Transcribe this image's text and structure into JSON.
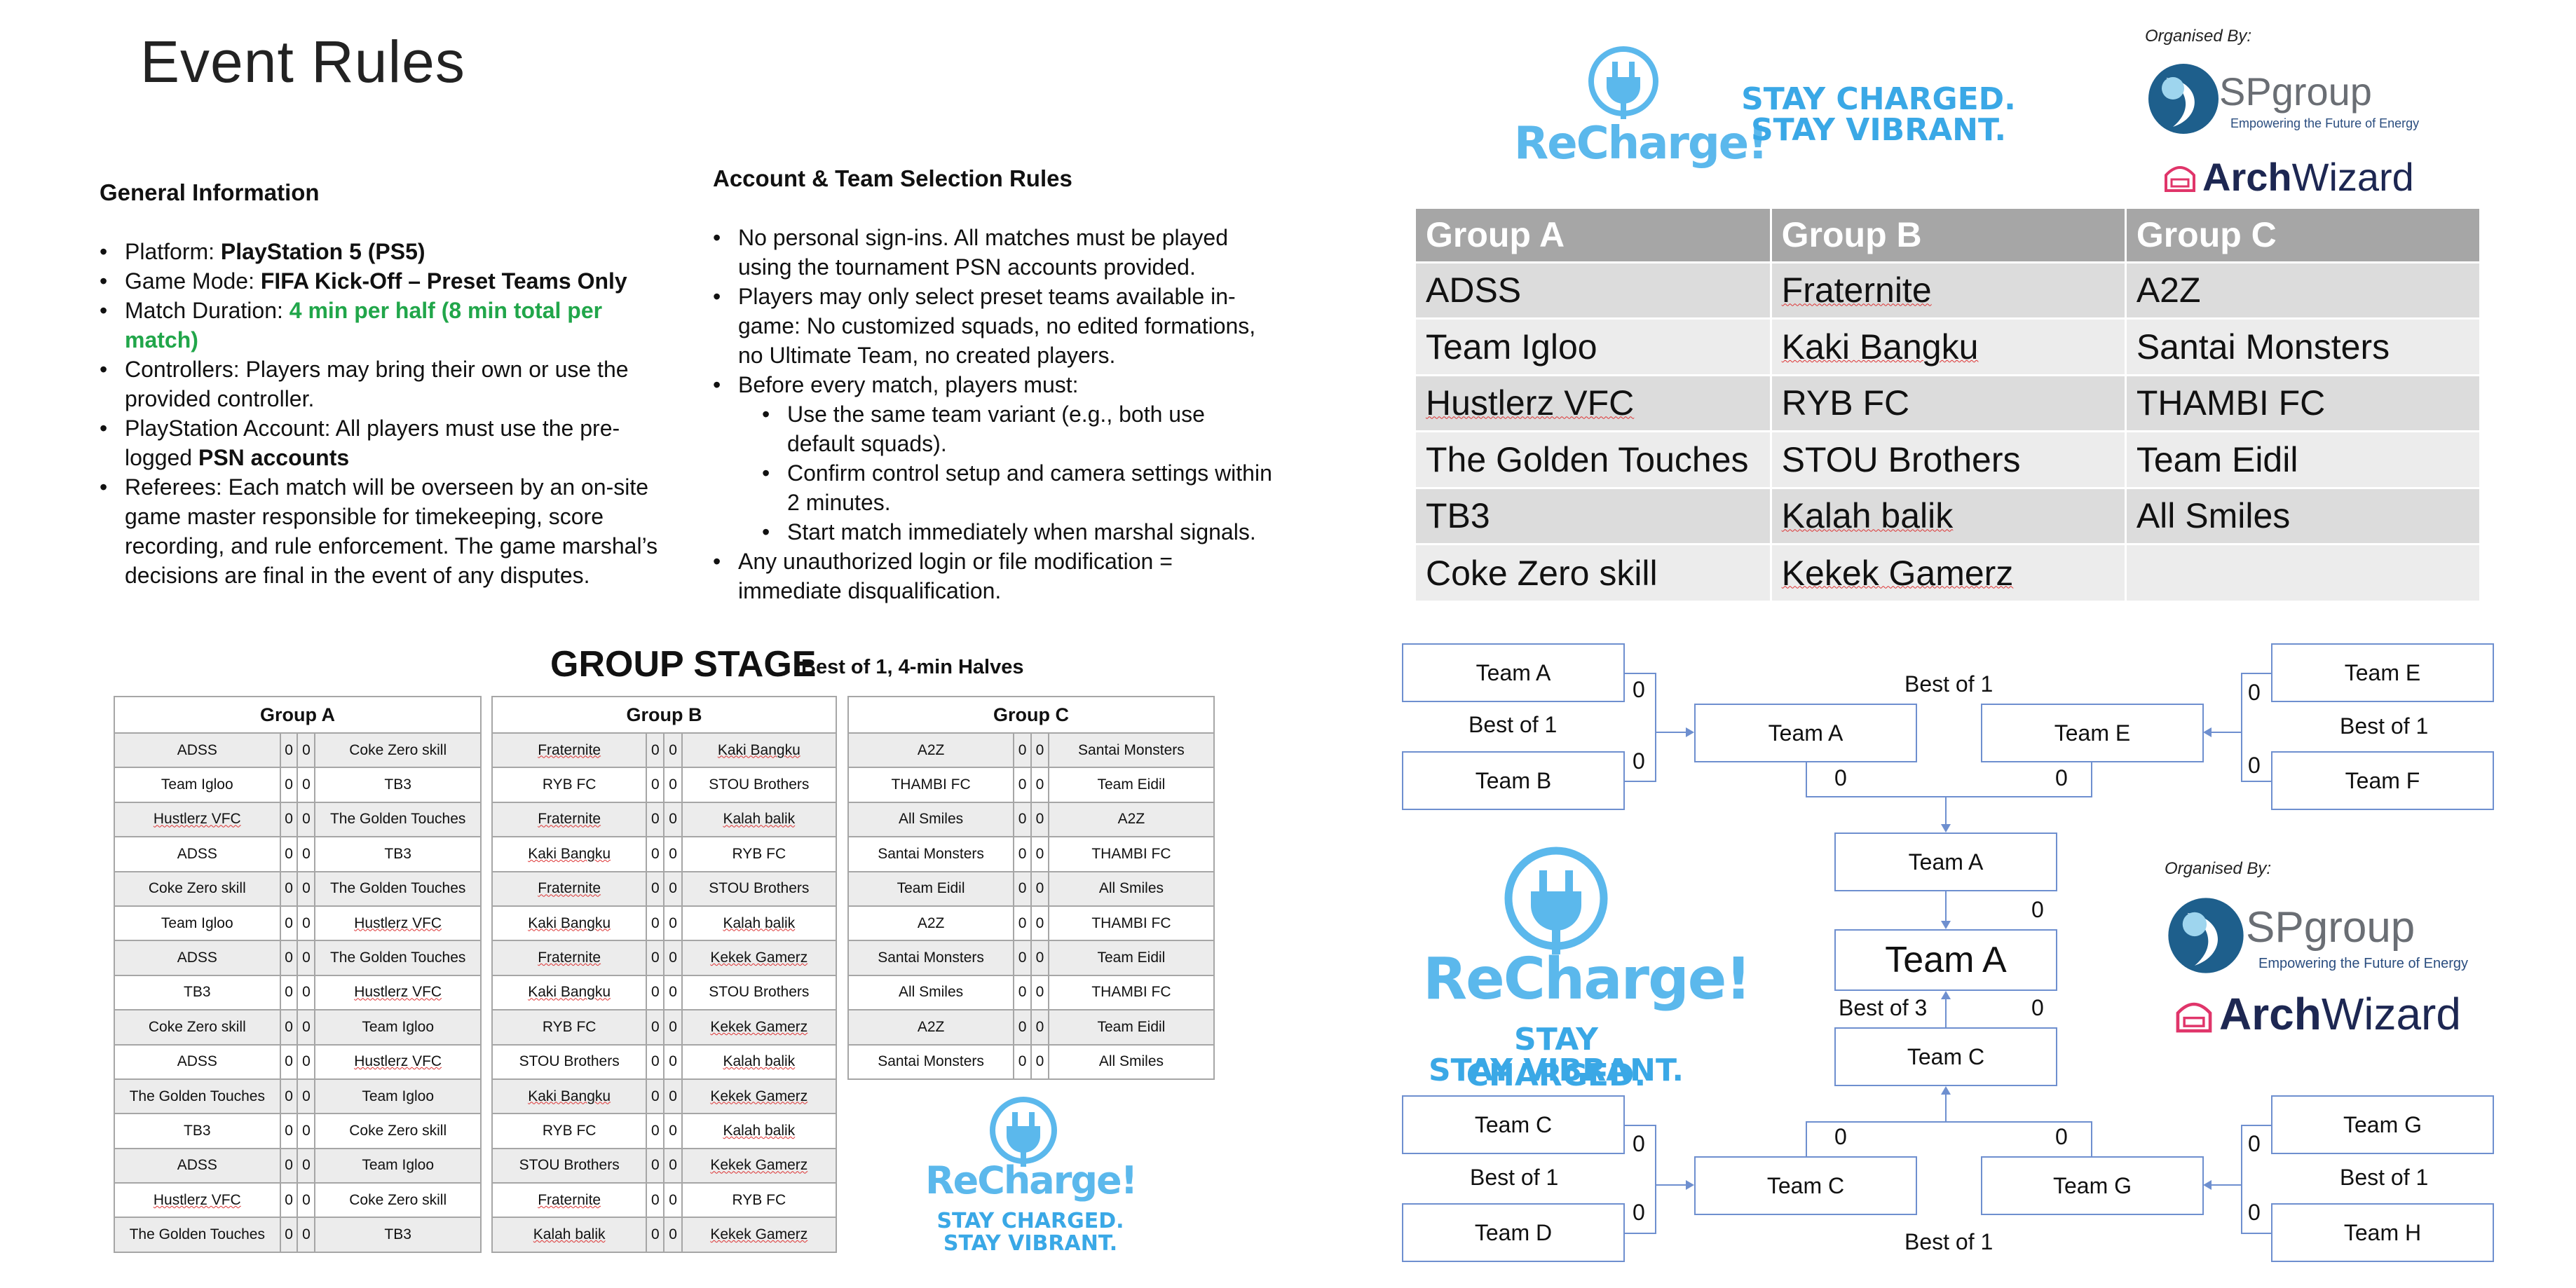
{
  "title": "Event Rules",
  "general": {
    "heading": "General Information",
    "items": [
      {
        "pre": "Platform: ",
        "bold": "PlayStation 5 (PS5)",
        "post": ""
      },
      {
        "pre": "Game Mode: ",
        "bold": "FIFA Kick-Off – Preset Teams Only",
        "post": ""
      },
      {
        "pre": "Match Duration: ",
        "green": "4 min per half (8 min total per match)"
      },
      {
        "pre": "Controllers: Players may bring their own or use the provided controller."
      },
      {
        "pre": "PlayStation Account: All players must use the pre-logged ",
        "bold": "PSN accounts"
      },
      {
        "pre": "Referees: Each match will be overseen by an on-site game master responsible for timekeeping, score recording, and rule enforcement. The game marshal’s decisions are final in the event of any disputes."
      }
    ]
  },
  "account": {
    "heading": "Account & Team Selection Rules",
    "items": [
      "No personal sign-ins. All matches must be played using the tournament PSN accounts provided.",
      "Players may only select preset teams available in-game: No customized squads, no edited formations, no Ultimate Team, no created players.",
      "Before every match, players must:",
      "Use the same team variant (e.g., both use default squads).",
      "Confirm control setup and camera settings within 2 minutes.",
      "Start match immediately when marshal signals.",
      "Any unauthorized login or file modification = immediate disqualification."
    ]
  },
  "group_stage": {
    "title": "GROUP STAGE",
    "subtitle": "Best of 1, 4-min Halves",
    "tables": [
      {
        "name": "Group A",
        "matches": [
          [
            "ADSS",
            "0",
            "0",
            "Coke Zero skill"
          ],
          [
            "Team Igloo",
            "0",
            "0",
            "TB3"
          ],
          [
            "Hustlerz VFC",
            "0",
            "0",
            "The Golden Touches"
          ],
          [
            "ADSS",
            "0",
            "0",
            "TB3"
          ],
          [
            "Coke Zero skill",
            "0",
            "0",
            "The Golden Touches"
          ],
          [
            "Team Igloo",
            "0",
            "0",
            "Hustlerz VFC"
          ],
          [
            "ADSS",
            "0",
            "0",
            "The Golden Touches"
          ],
          [
            "TB3",
            "0",
            "0",
            "Hustlerz VFC"
          ],
          [
            "Coke Zero skill",
            "0",
            "0",
            "Team Igloo"
          ],
          [
            "ADSS",
            "0",
            "0",
            "Hustlerz VFC"
          ],
          [
            "The Golden Touches",
            "0",
            "0",
            "Team Igloo"
          ],
          [
            "TB3",
            "0",
            "0",
            "Coke Zero skill"
          ],
          [
            "ADSS",
            "0",
            "0",
            "Team Igloo"
          ],
          [
            "Hustlerz VFC",
            "0",
            "0",
            "Coke Zero skill"
          ],
          [
            "The Golden Touches",
            "0",
            "0",
            "TB3"
          ]
        ]
      },
      {
        "name": "Group B",
        "matches": [
          [
            "Fraternite",
            "0",
            "0",
            "Kaki Bangku"
          ],
          [
            "RYB FC",
            "0",
            "0",
            "STOU Brothers"
          ],
          [
            "Fraternite",
            "0",
            "0",
            "Kalah balik"
          ],
          [
            "Kaki Bangku",
            "0",
            "0",
            "RYB FC"
          ],
          [
            "Fraternite",
            "0",
            "0",
            "STOU Brothers"
          ],
          [
            "Kaki Bangku",
            "0",
            "0",
            "Kalah balik"
          ],
          [
            "Fraternite",
            "0",
            "0",
            "Kekek Gamerz"
          ],
          [
            "Kaki Bangku",
            "0",
            "0",
            "STOU Brothers"
          ],
          [
            "RYB FC",
            "0",
            "0",
            "Kekek Gamerz"
          ],
          [
            "STOU Brothers",
            "0",
            "0",
            "Kalah balik"
          ],
          [
            "Kaki Bangku",
            "0",
            "0",
            "Kekek Gamerz"
          ],
          [
            "RYB FC",
            "0",
            "0",
            "Kalah balik"
          ],
          [
            "STOU Brothers",
            "0",
            "0",
            "Kekek Gamerz"
          ],
          [
            "Fraternite",
            "0",
            "0",
            "RYB FC"
          ],
          [
            "Kalah balik",
            "0",
            "0",
            "Kekek Gamerz"
          ]
        ]
      },
      {
        "name": "Group C",
        "matches": [
          [
            "A2Z",
            "0",
            "0",
            "Santai Monsters"
          ],
          [
            "THAMBI FC",
            "0",
            "0",
            "Team Eidil"
          ],
          [
            "All Smiles",
            "0",
            "0",
            "A2Z"
          ],
          [
            "Santai Monsters",
            "0",
            "0",
            "THAMBI FC"
          ],
          [
            "Team Eidil",
            "0",
            "0",
            "All Smiles"
          ],
          [
            "A2Z",
            "0",
            "0",
            "THAMBI FC"
          ],
          [
            "Santai Monsters",
            "0",
            "0",
            "Team Eidil"
          ],
          [
            "All Smiles",
            "0",
            "0",
            "THAMBI FC"
          ],
          [
            "A2Z",
            "0",
            "0",
            "Team Eidil"
          ],
          [
            "Santai Monsters",
            "0",
            "0",
            "All Smiles"
          ]
        ]
      }
    ]
  },
  "groups_overview": {
    "headers": [
      "Group A",
      "Group B",
      "Group C"
    ],
    "rows": [
      [
        "ADSS",
        "Fraternite",
        "A2Z"
      ],
      [
        "Team Igloo",
        "Kaki Bangku",
        "Santai Monsters"
      ],
      [
        "Hustlerz VFC",
        "RYB FC",
        "THAMBI FC"
      ],
      [
        "The Golden Touches",
        "STOU Brothers",
        "Team Eidil"
      ],
      [
        "TB3",
        "Kalah balik",
        "All Smiles"
      ],
      [
        "Coke Zero skill",
        "Kekek Gamerz",
        ""
      ]
    ]
  },
  "branding": {
    "recharge": "ReCharge!",
    "slogan_1": "STAY CHARGED.",
    "slogan_2": "STAY VIBRANT.",
    "organised_by": "Organised By:",
    "sp_name": "SPgroup",
    "sp_tagline": "Empowering the Future of Energy",
    "aw_name_bold": "Arch",
    "aw_name_rest": "Wizard",
    "colors": {
      "brand_blue": "#5bb8ec",
      "bracket_line": "#6e8fcf",
      "green": "#21a64a"
    }
  },
  "bracket": {
    "top": {
      "left_pair": [
        "Team A",
        "Team B"
      ],
      "left_scores": [
        "0",
        "0"
      ],
      "left_label": "Best of 1",
      "right_pair": [
        "Team E",
        "Team F"
      ],
      "right_scores": [
        "0",
        "0"
      ],
      "right_label": "Best of 1",
      "semi_left": "Team A",
      "semi_right": "Team E",
      "semi_scores": [
        "0",
        "0"
      ],
      "semi_label": "Best of 1"
    },
    "final": {
      "top_finalist": "Team A",
      "top_score": "0",
      "winner": "Team A",
      "label": "Best of 3",
      "bottom_score": "0",
      "bottom_finalist": "Team C"
    },
    "bottom": {
      "left_pair": [
        "Team C",
        "Team D"
      ],
      "left_scores": [
        "0",
        "0"
      ],
      "left_label": "Best of 1",
      "right_pair": [
        "Team G",
        "Team H"
      ],
      "right_scores": [
        "0",
        "0"
      ],
      "right_label": "Best of 1",
      "semi_left": "Team C",
      "semi_right": "Team G",
      "semi_scores": [
        "0",
        "0"
      ],
      "semi_label": "Best of 1"
    }
  }
}
